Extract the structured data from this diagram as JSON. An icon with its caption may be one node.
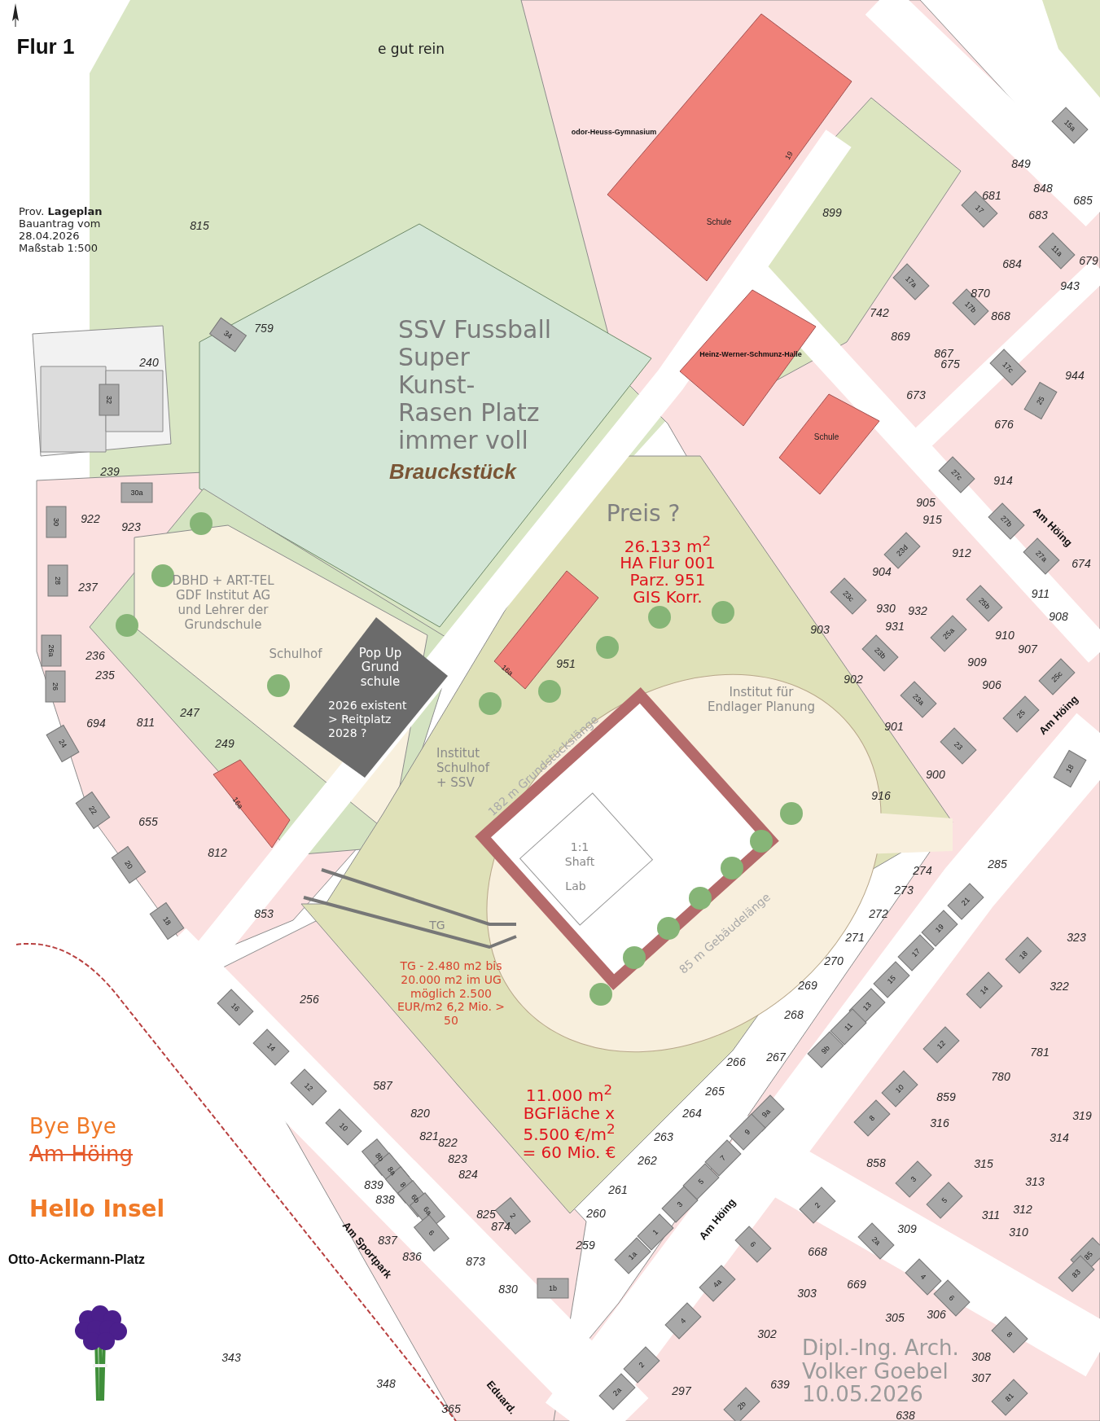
{
  "diagram": {
    "labels": [
      "Flur 1",
      "e gut rein",
      "Prov. **Lageplan** Bauantrag vom 28.04.2026 Maßstab 1:500",
      "815",
      "759",
      "34",
      "240",
      "32",
      "SSV Fussball Super Kunst- Rasen Platz immer voll",
      "Brauckstück",
      "239",
      "odor-Heuss-Gymnasium",
      "19",
      "Schule",
      "899",
      "15a",
      "849",
      "848",
      "685",
      "681",
      "17",
      "683",
      "679",
      "11a",
      "684",
      "943",
      "17a",
      "870",
      "742",
      "17b",
      "868",
      "869",
      "867",
      "675",
      "Heinz-Werner-Schmunz-Halle",
      "17c",
      "944",
      "673",
      "25",
      "676",
      "Schule",
      "914",
      "27c",
      "30a",
      "30",
      "922",
      "923",
      "28",
      "237",
      "DBHD + ART-TEL GDF Institut AG und Lehrer der Grundschule",
      "Schulhof",
      "Pop Up Grund schule",
      "2026 existent > Reitplatz 2028 ?",
      "26a",
      "236",
      "235",
      "26",
      "247",
      "694",
      "811",
      "24",
      "249",
      "16a",
      "22",
      "655",
      "812",
      "20",
      "18",
      "853",
      "TG",
      "16a",
      "Institut Schulhof + SSV",
      "182 m Grundstückslänge",
      "Preis ?",
      "26.133 m$^{2}$",
      "HA Flur 001",
      "Parz. 951",
      "GIS Korr.",
      "951",
      "Institut für Endlager Planung",
      "1:1",
      "Shaft",
      "Lab",
      "85 m Gebäudelänge",
      "905",
      "915",
      "27b",
      "Am Höing",
      "912",
      "23d",
      "27a",
      "674",
      "904",
      "911",
      "23c",
      "25b",
      "930",
      "932",
      "908",
      "931",
      "903",
      "25a",
      "910",
      "907",
      "23b",
      "909",
      "902",
      "25c",
      "906",
      "23a",
      "25",
      "Am Höing",
      "901",
      "23",
      "18",
      "900",
      "916",
      "285",
      "274",
      "273",
      "21",
      "272",
      "19",
      "271",
      "323",
      "17",
      "18",
      "270",
      "TG - 2.480 m2 bis 20.000 m2 im UG möglich 2.500 EUR/m2 6,2 Mio. > 50",
      "256",
      "16",
      "14",
      "12",
      "587",
      "820",
      "10",
      "821",
      "822",
      "823",
      "824",
      "839",
      "838",
      "825",
      "874",
      "837",
      "836",
      "873",
      "830",
      "Am Sportpark",
      "Bye Bye",
      "Am Höing",
      "Hello Insel",
      "Otto-Ackermann-Platz",
      "343",
      "348",
      "365",
      "Eduard.",
      "8b",
      "8a",
      "8",
      "6b",
      "6a",
      "6",
      "2",
      "1b",
      "11.000 m$^{2}$",
      "BGFläche x",
      "5.500 €/m$^{2}$",
      "= 60 Mio. €",
      "269",
      "15",
      "322",
      "14",
      "268",
      "13",
      "11",
      "12",
      "781",
      "9b",
      "267",
      "266",
      "780",
      "265",
      "10",
      "859",
      "9a",
      "264",
      "319",
      "8",
      "316",
      "9",
      "263",
      "314",
      "7",
      "262",
      "858",
      "315",
      "3",
      "5",
      "313",
      "261",
      "5",
      "3",
      "312",
      "Am Höing",
      "260",
      "311",
      "2",
      "309",
      "310",
      "1",
      "259",
      "2a",
      "6",
      "668",
      "85",
      "1a",
      "83",
      "4",
      "669",
      "4a",
      "303",
      "6",
      "305",
      "4",
      "302",
      "306",
      "8",
      "308",
      "Dipl.-Ing. Arch. Volker Goebel 10.05.2026",
      "639",
      "307",
      "297",
      "2",
      "2a",
      "81",
      "638",
      "2b"
    ]
  }
}
